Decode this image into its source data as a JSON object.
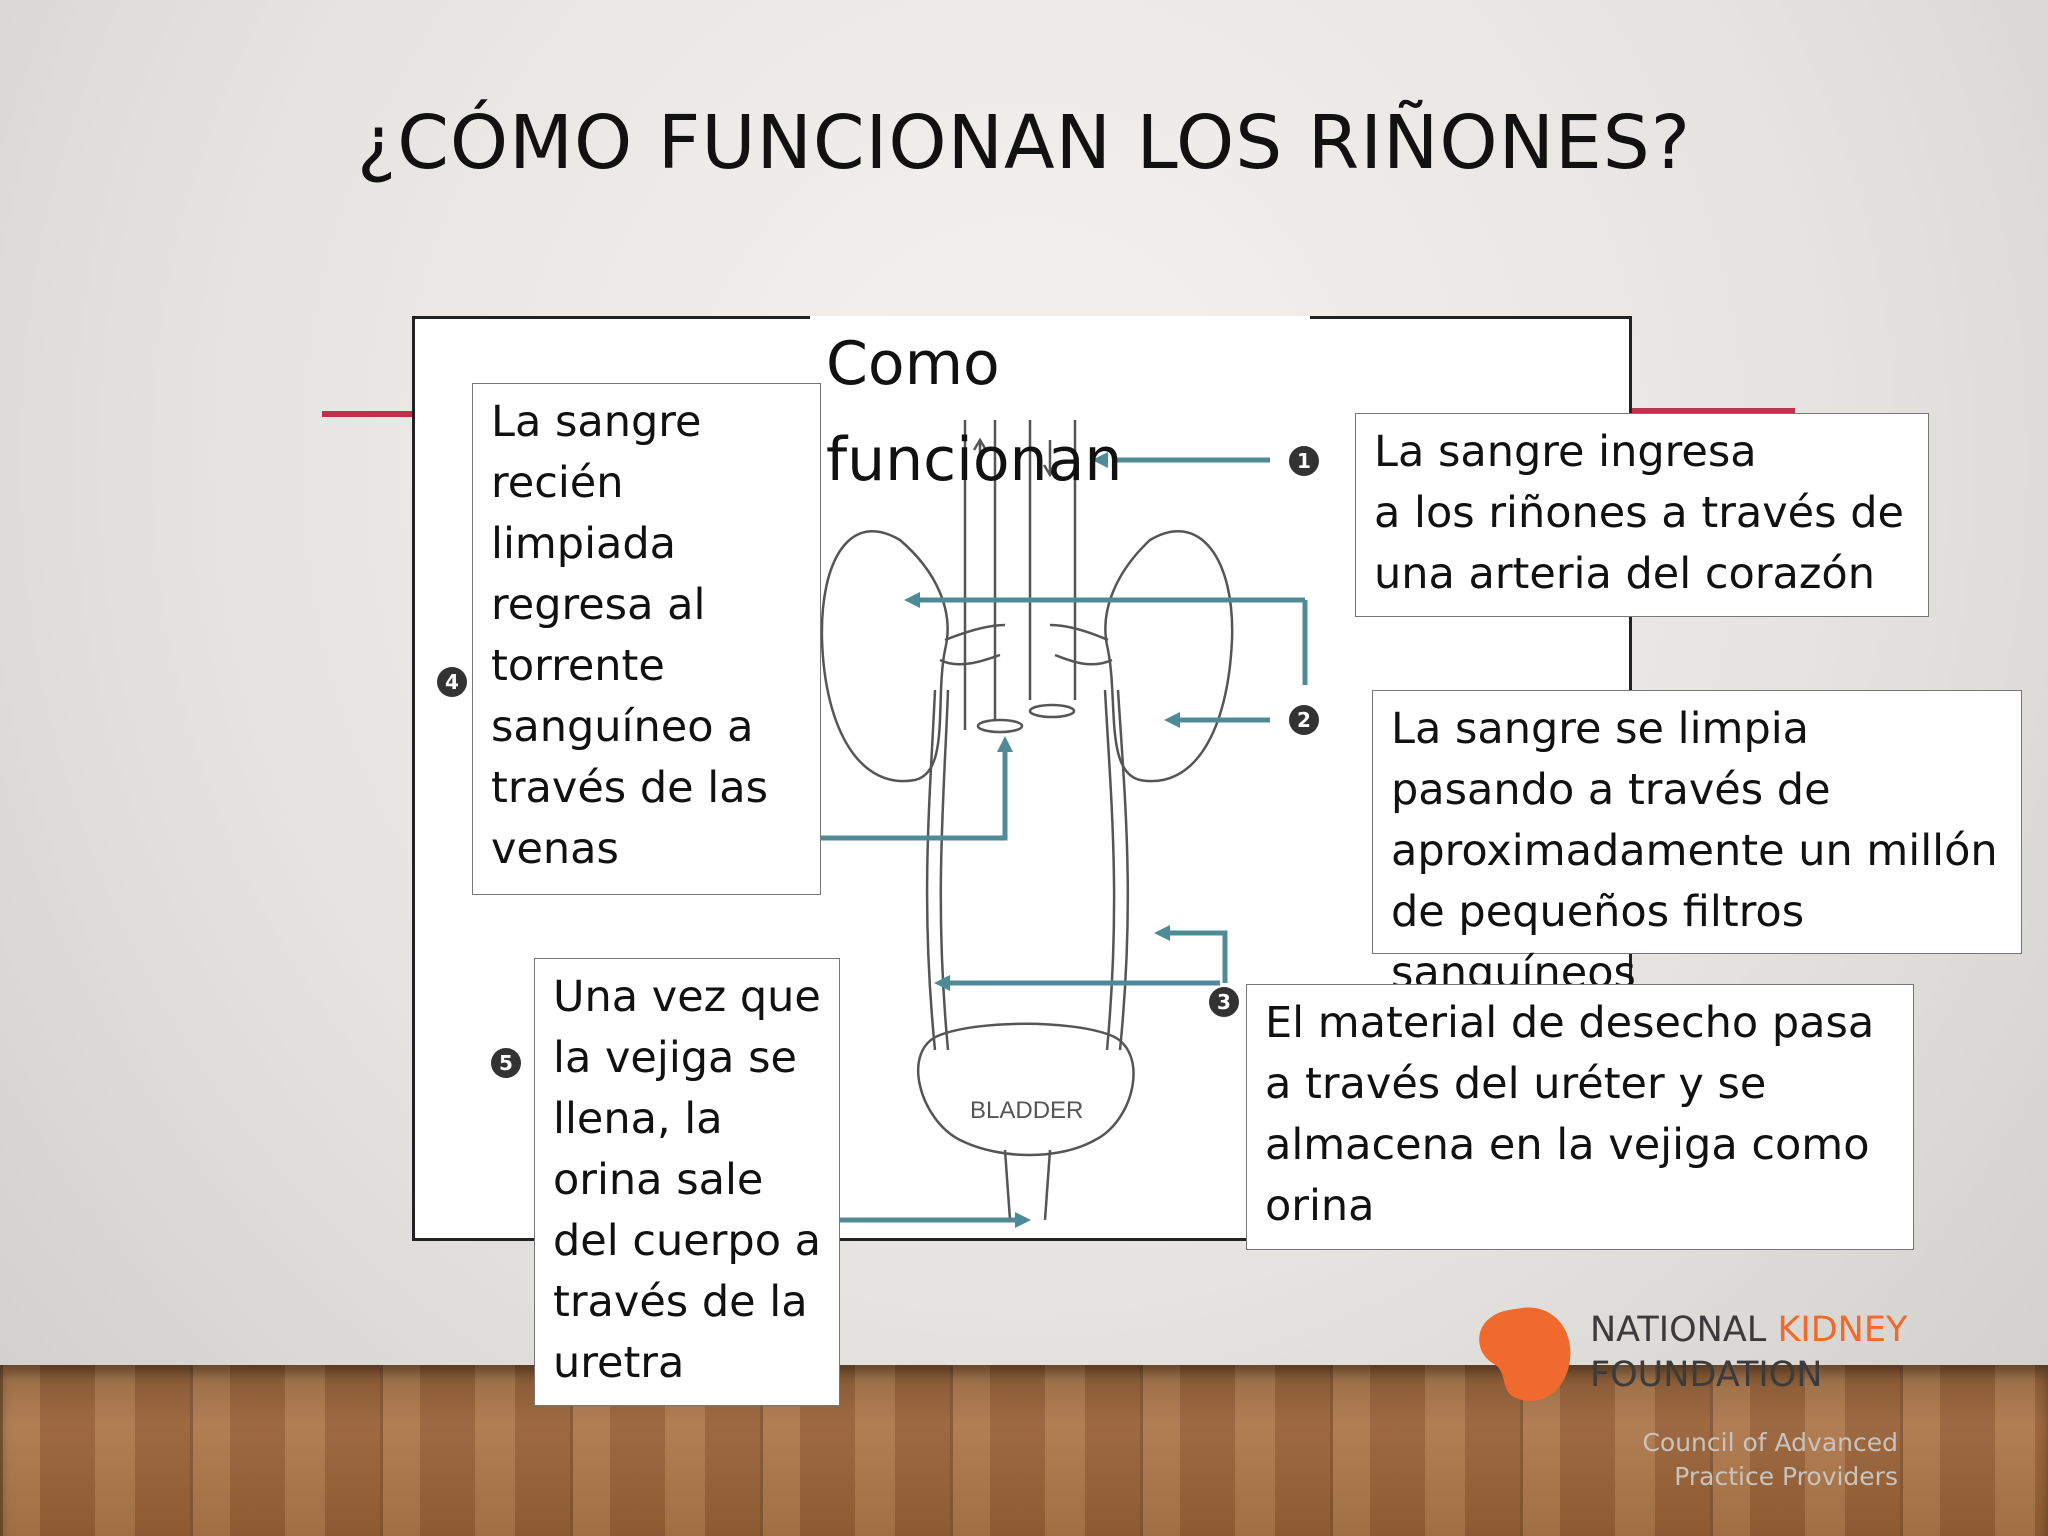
{
  "slide": {
    "title": "¿CÓMO FUNCIONAN LOS RIÑONES?"
  },
  "diagram": {
    "heading": "Como funcionan",
    "bladder_label": "BLADDER",
    "step_numbers": [
      "1",
      "2",
      "3",
      "4",
      "5"
    ],
    "colors": {
      "arrow": "#4f8b97",
      "accent": "#c0304a",
      "line": "#555555"
    }
  },
  "callouts": {
    "top_left": "La sangre recién limpiada regresa al torrente sanguíneo a través de las venas",
    "top_right": "La sangre ingresa\n a los riñones a través de una arteria del corazón",
    "mid_right": "La sangre se limpia pasando a través de aproximadamente un millón de pequeños filtros sanguíneos",
    "bottom_right": "El material de desecho pasa a través del uréter y se almacena en la vejiga como orina",
    "bottom_left": "Una vez que la vejiga se llena, la orina sale del cuerpo a través de la uretra"
  },
  "logo": {
    "word1": "NATIONAL",
    "word2": "KIDNEY",
    "word3": "FOUNDATION",
    "subtitle_line1": "Council of Advanced",
    "subtitle_line2": "Practice Providers",
    "colors": {
      "brand_orange": "#ef6a2c",
      "dark": "#3b3b3b"
    }
  }
}
